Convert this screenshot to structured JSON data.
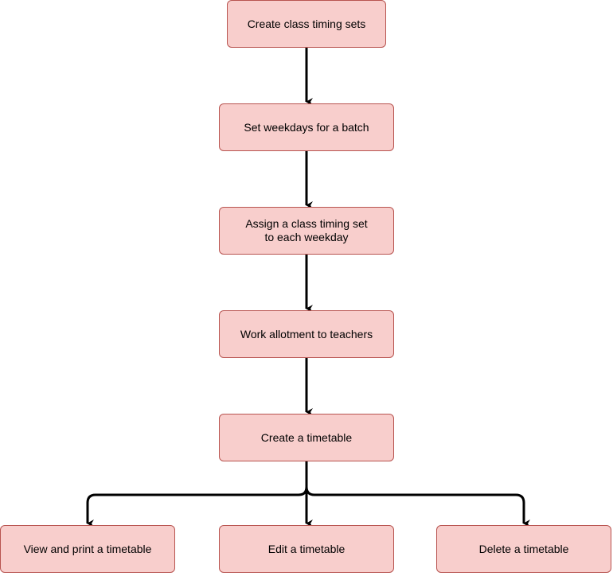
{
  "diagram": {
    "colors": {
      "box_fill": "#f8cecc",
      "box_stroke": "#b85450",
      "connector": "#000000"
    },
    "nodes": {
      "create_sets": "Create class timing sets",
      "weekdays": "Set weekdays for a batch",
      "assign": "Assign a class timing set\nto each weekday",
      "allot": "Work allotment to teachers",
      "create_tt": "Create a timetable",
      "view": "View and print a timetable",
      "edit": "Edit a timetable",
      "delete": "Delete a timetable"
    },
    "edges": [
      {
        "from": "Create class timing sets",
        "to": "Set weekdays for a batch"
      },
      {
        "from": "Set weekdays for a batch",
        "to": "Assign a class timing set to each weekday"
      },
      {
        "from": "Assign a class timing set to each weekday",
        "to": "Work allotment to teachers"
      },
      {
        "from": "Work allotment to teachers",
        "to": "Create a timetable"
      },
      {
        "from": "Create a timetable",
        "to": "View and print a timetable"
      },
      {
        "from": "Create a timetable",
        "to": "Edit a timetable"
      },
      {
        "from": "Create a timetable",
        "to": "Delete a timetable"
      }
    ]
  }
}
